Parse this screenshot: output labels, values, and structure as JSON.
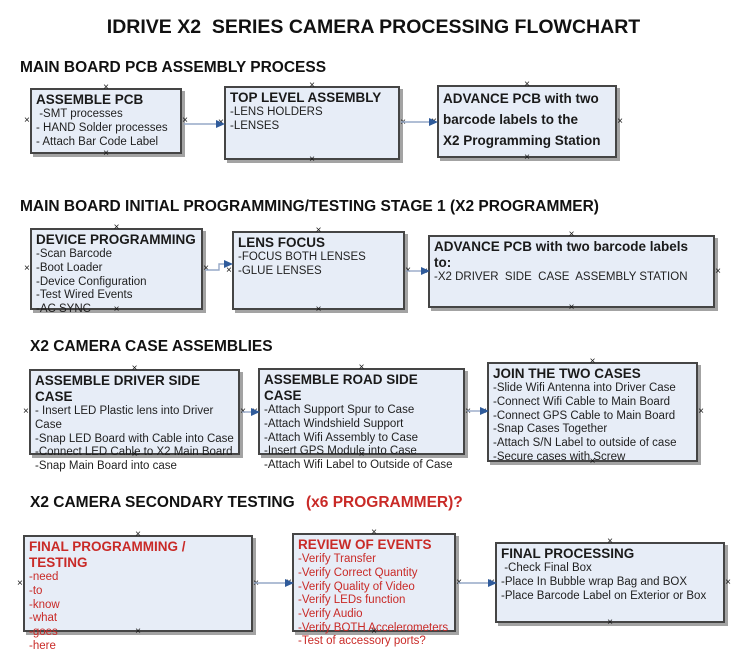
{
  "page_title": "IDRIVE X2  SERIES CAMERA PROCESSING FLOWCHART",
  "colors": {
    "box_fill": "#e7edf7",
    "box_border": "#454545",
    "box_shadow": "#a3a3a3",
    "connector_line": "#96a9c7",
    "connector_arrowhead": "#2f5b9b",
    "red_text": "#c92a27",
    "black_text": "#111111"
  },
  "sections": [
    {
      "heading": "MAIN BOARD PCB ASSEMBLY PROCESS",
      "boxes": [
        {
          "title": "ASSEMBLE PCB",
          "items": [
            " -SMT processes",
            "- HAND Solder processes",
            "- Attach Bar Code Label"
          ]
        },
        {
          "title": "TOP LEVEL ASSEMBLY",
          "items": [
            "-LENS HOLDERS",
            "-LENSES"
          ]
        },
        {
          "title": "ADVANCE PCB with two\nbarcode labels to the\n X2 Programming Station",
          "items": []
        }
      ]
    },
    {
      "heading": "MAIN BOARD INITIAL PROGRAMMING/TESTING STAGE 1 (X2 PROGRAMMER)",
      "boxes": [
        {
          "title": "DEVICE PROGRAMMING",
          "items": [
            "-Scan Barcode",
            "-Boot Loader",
            "-Device Configuration",
            "-Test Wired Events",
            "-AC SYNC"
          ]
        },
        {
          "title": "LENS FOCUS",
          "items": [
            "-FOCUS BOTH LENSES",
            "-GLUE LENSES"
          ]
        },
        {
          "title": "ADVANCE PCB with two barcode labels to:",
          "items": [
            "-X2 DRIVER  SIDE  CASE  ASSEMBLY STATION"
          ]
        }
      ]
    },
    {
      "heading": "X2 CAMERA CASE ASSEMBLIES",
      "boxes": [
        {
          "title": "ASSEMBLE DRIVER SIDE CASE",
          "items": [
            "- Insert LED Plastic lens into Driver Case",
            "-Snap LED Board with Cable into Case",
            "-Connect LED Cable to X2 Main Board",
            "-Snap Main Board into case"
          ]
        },
        {
          "title": "ASSEMBLE ROAD SIDE CASE",
          "items": [
            "-Attach Support Spur to Case",
            "-Attach Windshield Support",
            "-Attach Wifi Assembly to Case",
            "-Insert GPS Module into Case",
            "-Attach Wifi Label to Outside of Case"
          ]
        },
        {
          "title": "JOIN THE TWO CASES",
          "items": [
            "-Slide Wifi Antenna into Driver Case",
            "-Connect Wifi Cable to Main Board",
            "-Connect GPS Cable to Main Board",
            "-Snap Cases Together",
            "-Attach S/N Label to outside of case",
            "-Secure cases with Screw"
          ]
        }
      ]
    },
    {
      "heading": "X2 CAMERA SECONDARY TESTING ",
      "heading_suffix": "(x6 PROGRAMMER)?",
      "boxes": [
        {
          "title": "FINAL PROGRAMMING / TESTING",
          "items": [
            "-need",
            "-to",
            "-know",
            "-what",
            "-goes",
            "-here"
          ]
        },
        {
          "title": "REVIEW OF EVENTS",
          "items": [
            "-Verify Transfer",
            "-Verify Correct Quantity",
            "-Verify Quality of Video",
            "-Verify LEDs function",
            "-Verify Audio",
            "-Verify BOTH Accelerometers",
            "-Test of accessory ports?"
          ]
        },
        {
          "title": "FINAL PROCESSING",
          "items": [
            " -Check Final Box",
            "-Place In Bubble wrap Bag and BOX",
            "-Place Barcode Label on Exterior or Box"
          ]
        }
      ]
    }
  ]
}
